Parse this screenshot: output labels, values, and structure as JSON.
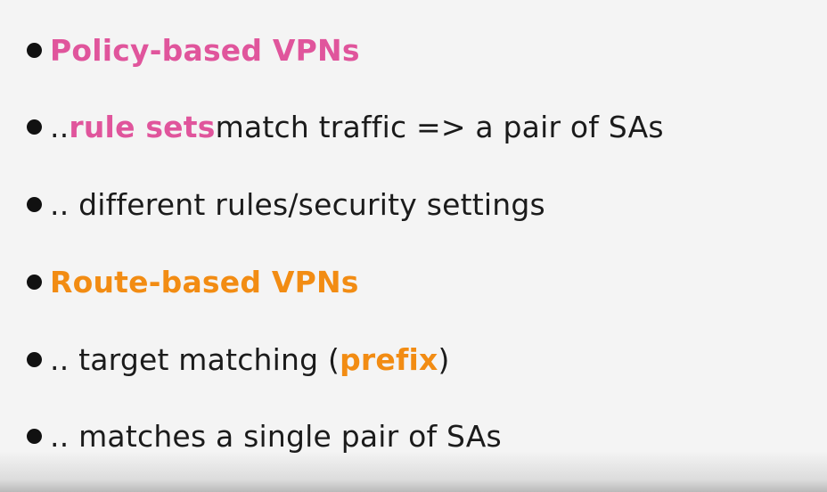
{
  "slide": {
    "bullets": [
      {
        "parts": [
          {
            "text": "Policy-based VPNs",
            "style": "pink"
          }
        ]
      },
      {
        "parts": [
          {
            "text": ".. ",
            "style": "normal"
          },
          {
            "text": "rule sets",
            "style": "pink"
          },
          {
            "text": " match traffic => a pair of SAs",
            "style": "normal"
          }
        ]
      },
      {
        "parts": [
          {
            "text": ".. different rules/security settings",
            "style": "normal"
          }
        ]
      },
      {
        "parts": [
          {
            "text": "Route-based VPNs",
            "style": "orange"
          }
        ]
      },
      {
        "parts": [
          {
            "text": ".. target matching (",
            "style": "normal"
          },
          {
            "text": "prefix",
            "style": "orange"
          },
          {
            "text": ")",
            "style": "normal"
          }
        ]
      },
      {
        "parts": [
          {
            "text": ".. matches a single pair of SAs",
            "style": "normal"
          }
        ]
      }
    ]
  },
  "colors": {
    "background": "#f4f4f4",
    "text": "#1b1b1b",
    "pink_accent": "#e0559c",
    "orange_accent": "#f28c13",
    "bullet_dot": "#111111"
  }
}
